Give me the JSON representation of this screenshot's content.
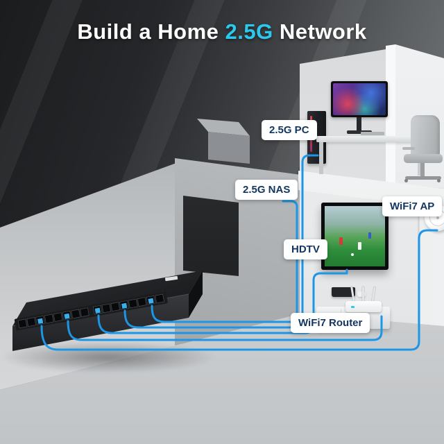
{
  "title": {
    "prefix": "Build a Home ",
    "highlight": "2.5G",
    "suffix": " Network"
  },
  "labels": {
    "pc": "2.5G PC",
    "nas": "2.5G NAS",
    "ap": "WiFi7 AP",
    "hdtv": "HDTV",
    "router": "WiFi7 Router"
  },
  "colors": {
    "accent": "#2bc9ec",
    "cable": "#1d96e6",
    "label_text": "#12355f"
  }
}
